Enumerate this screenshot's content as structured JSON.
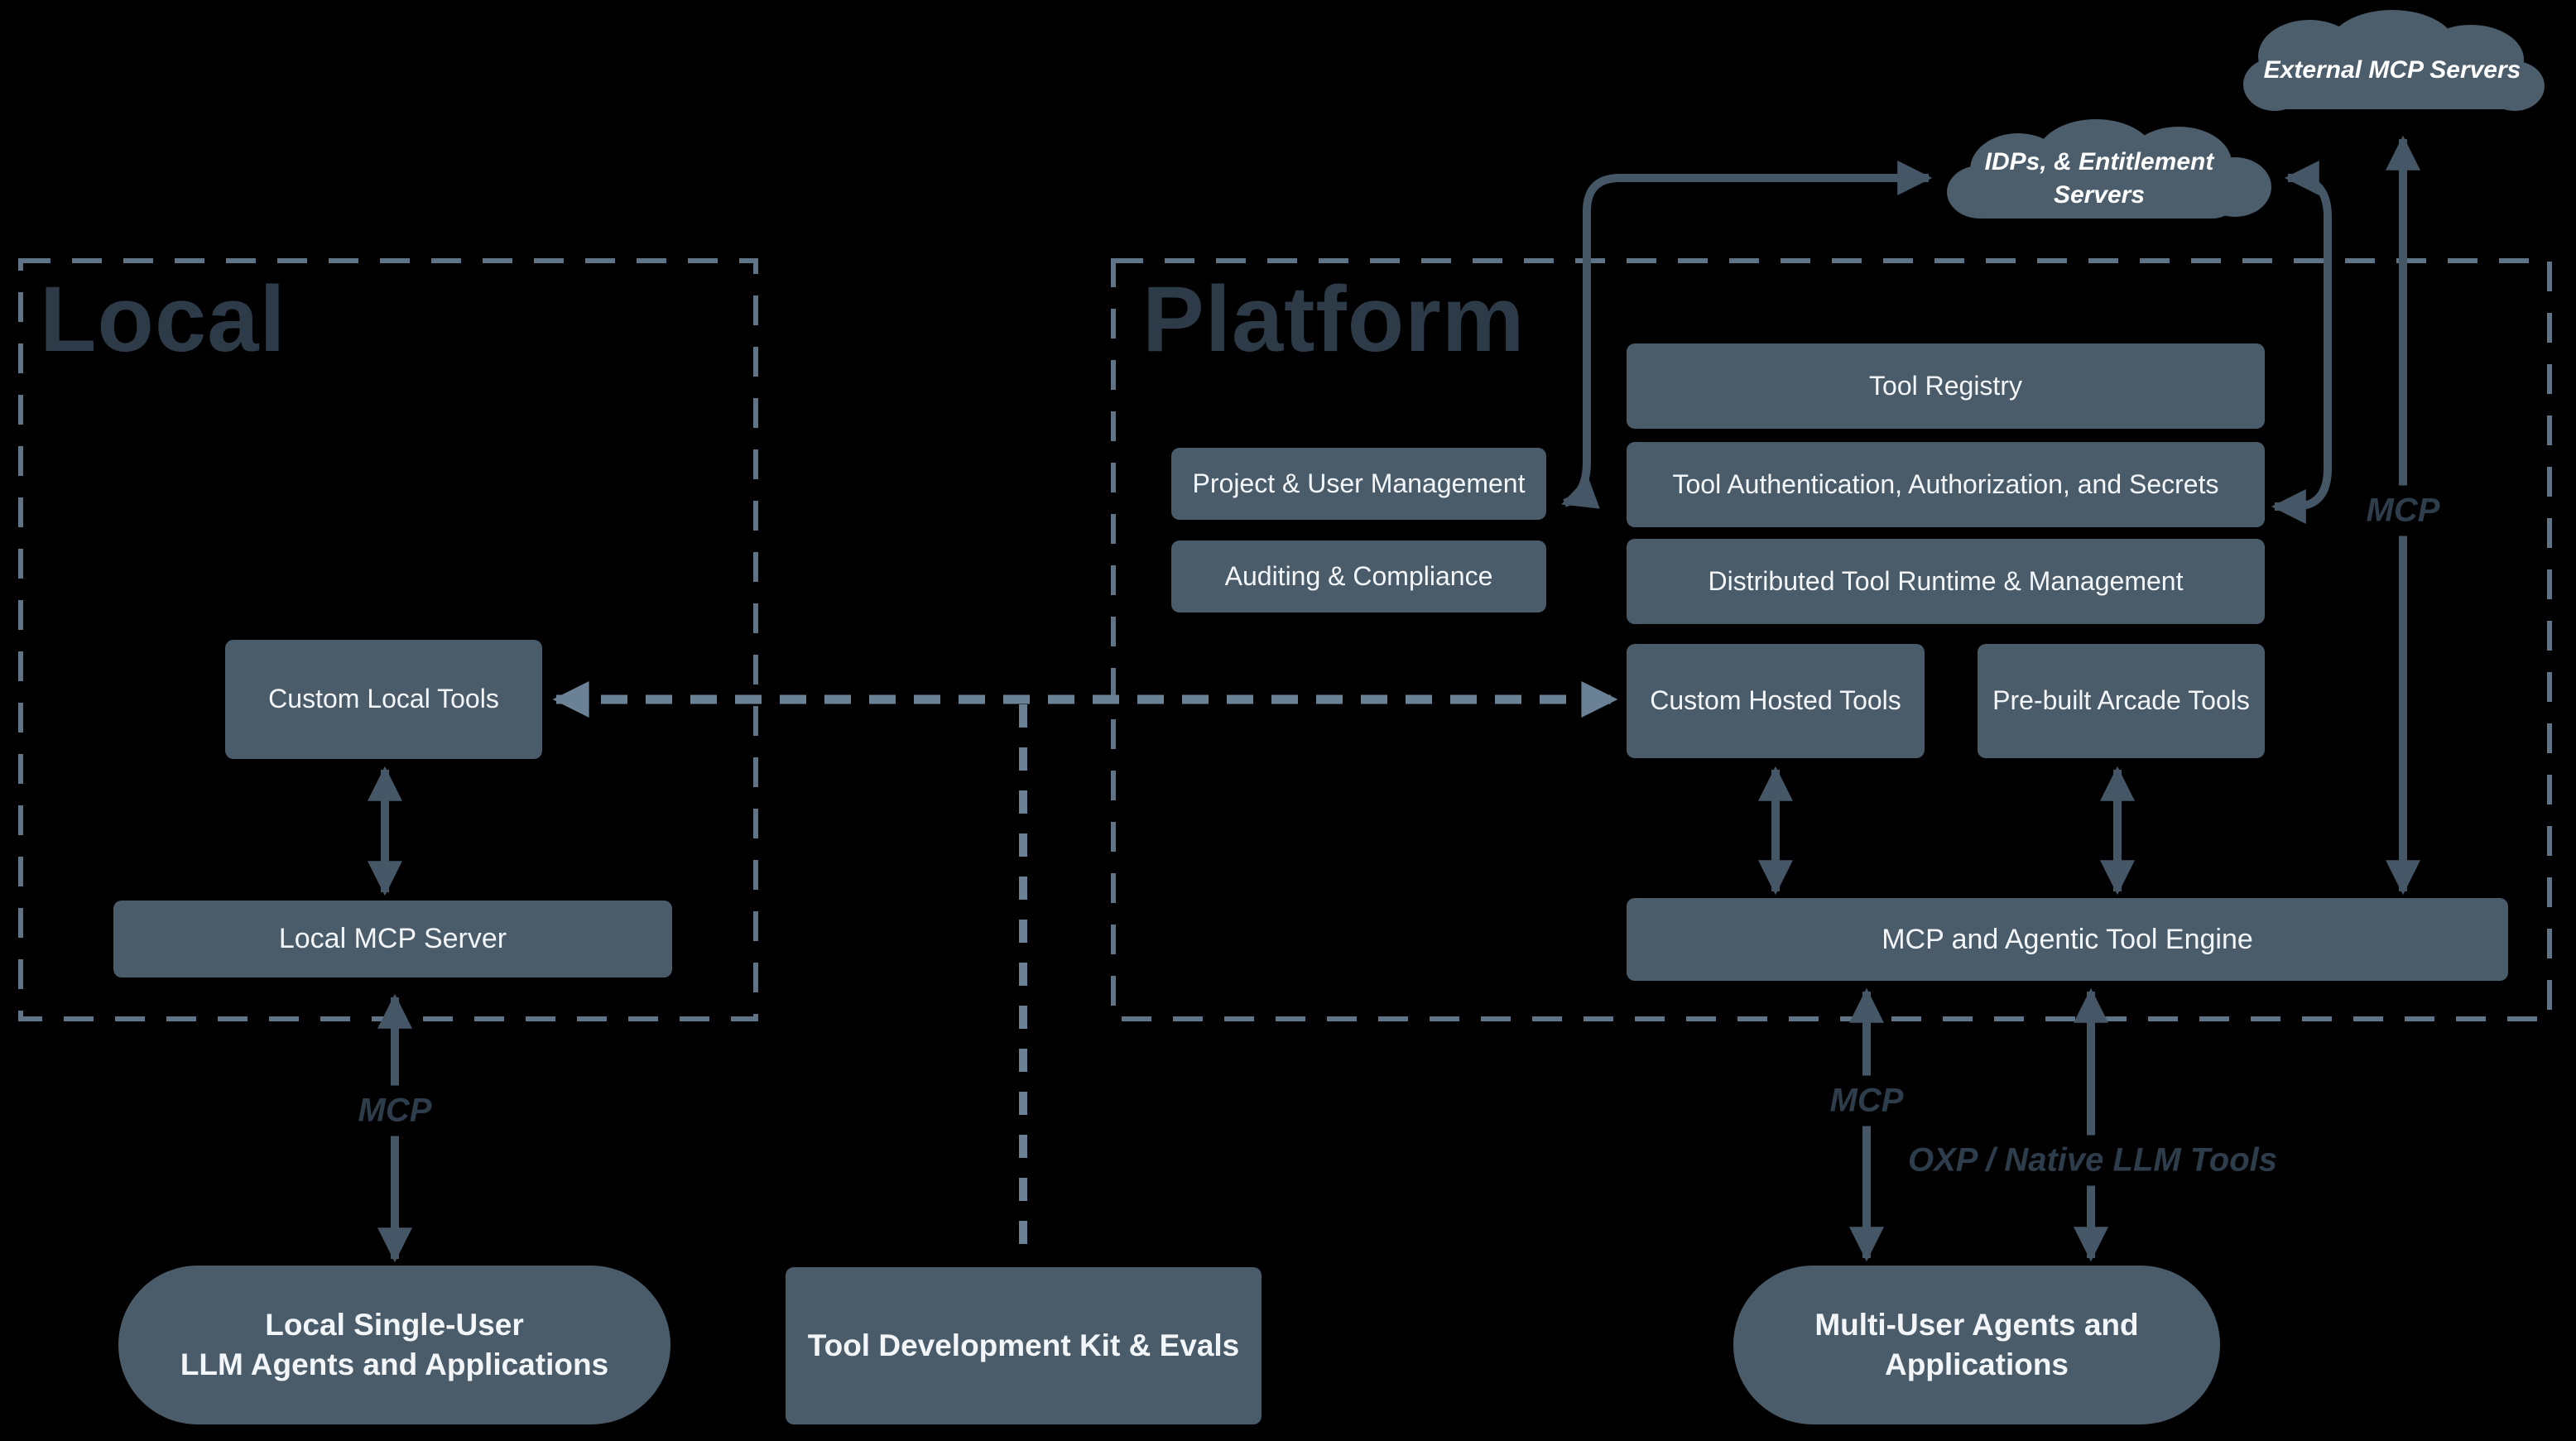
{
  "colors": {
    "background": "#000000",
    "node_fill": "#4a5b69",
    "node_text": "#f3f6f8",
    "cloud_fill": "#4c5d6b",
    "solid_arrow": "#455766",
    "dashed_arrow": "#6b8195",
    "region_border": "#5f7486",
    "region_title": "#2d3b49",
    "edge_label_text": "#2e3d4b"
  },
  "regions": {
    "local": {
      "title": "Local"
    },
    "platform": {
      "title": "Platform"
    }
  },
  "clouds": {
    "external": {
      "label": "External MCP Servers"
    },
    "idp": {
      "label_line1": "IDPs, & Entitlement",
      "label_line2": "Servers"
    }
  },
  "nodes": {
    "tool_registry": {
      "label": "Tool Registry"
    },
    "tool_auth": {
      "label": "Tool Authentication, Authorization, and Secrets"
    },
    "distributed_runtime": {
      "label": "Distributed Tool Runtime & Management"
    },
    "project_user_mgmt": {
      "label": "Project & User Management"
    },
    "auditing_compliance": {
      "label": "Auditing & Compliance"
    },
    "custom_hosted_tools": {
      "label": "Custom Hosted Tools"
    },
    "prebuilt_arcade_tools": {
      "label": "Pre-built Arcade Tools"
    },
    "custom_local_tools": {
      "label": "Custom Local Tools"
    },
    "local_mcp_server": {
      "label": "Local MCP Server"
    },
    "mcp_engine": {
      "label": "MCP and Agentic Tool Engine"
    },
    "local_agents": {
      "label_line1": "Local Single-User",
      "label_line2": "LLM Agents and Applications"
    },
    "tdk": {
      "label": "Tool Development Kit & Evals"
    },
    "multi_user_agents": {
      "label_line1": "Multi-User Agents and",
      "label_line2": "Applications"
    }
  },
  "edge_labels": {
    "mcp_local": "MCP",
    "mcp_platform": "MCP",
    "oxp": "OXP / Native LLM Tools",
    "mcp_external": "MCP"
  }
}
